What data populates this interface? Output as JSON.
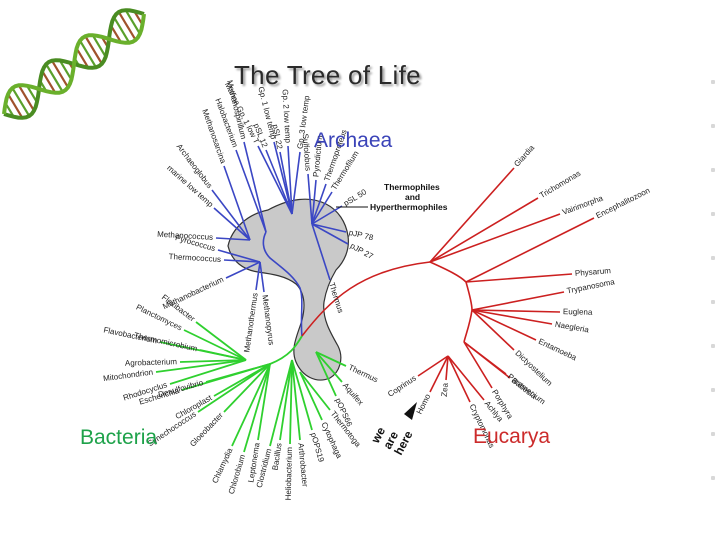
{
  "title": "The Tree of Life",
  "domains": {
    "archaea": {
      "label": "Archaea",
      "color": "#3a43b8"
    },
    "bacteria": {
      "label": "Bacteria",
      "color": "#1ea24a"
    },
    "eucarya": {
      "label": "Eucarya",
      "color": "#cc2b2b"
    }
  },
  "callouts": {
    "thermophiles_line1": "Thermophiles",
    "thermophiles_line2": "and",
    "thermophiles_line3": "Hyperthermophiles",
    "we_line1": "we",
    "we_line2": "are",
    "we_line3": "here"
  },
  "colors": {
    "archaea_branch": "#3b47c4",
    "bacteria_branch": "#2fd02f",
    "eucarya_branch": "#cc2020",
    "thermophile_region": "#c9c9c9",
    "dna_green": "#5aa02c",
    "dna_brown": "#a0522d"
  },
  "leaves": {
    "archaea": [
      "Halobacterium",
      "Methanospirillum",
      "Marine Gp. 1 low T",
      "pSL 12",
      "Gp. 1 low temp",
      "pSL 22",
      "Gp. 2 low temp",
      "Gp. 3 low temp",
      "Sulfolobus",
      "Pyrodictium",
      "Thermoproteus",
      "Thermofilum",
      "pSL 50",
      "pJP 78",
      "pJP 27",
      "Methanosarcina",
      "marine low temp",
      "Archaeoglobus",
      "Methanococcus",
      "Pyrococcus",
      "Thermococcus",
      "Methanobacterium",
      "Methanothermus",
      "Methanopyrus",
      "Thermus"
    ],
    "bacteria": [
      "Planctomyces",
      "Flexibacter",
      "Flavobacterium",
      "Agrobacterium",
      "Mitochondrion",
      "Rhodocyclus",
      "Escherichia",
      "Desulfovibrio",
      "Chloroplast",
      "Synechococcus",
      "Gloeobacter",
      "Chlamydia",
      "Chlorobium",
      "Leptonema",
      "Clostridium",
      "Bacillus",
      "Heliobacterium",
      "Arthrobacter",
      "pOPS19",
      "Thermotoga",
      "Thermus",
      "Aquifex",
      "pOPS66",
      "Thermomicrobium",
      "Cytophaga"
    ],
    "eucarya": [
      "Giardia",
      "Trichomonas",
      "Vairimorpha",
      "Encephalitozoon",
      "Physarum",
      "Trypanosoma",
      "Euglena",
      "Naegleria",
      "Entamoeba",
      "Dictyostelium",
      "Babesia",
      "Paramecium",
      "Porphyra",
      "Cryptomonas",
      "Achlya",
      "Zea",
      "Homo",
      "Coprinus"
    ]
  }
}
